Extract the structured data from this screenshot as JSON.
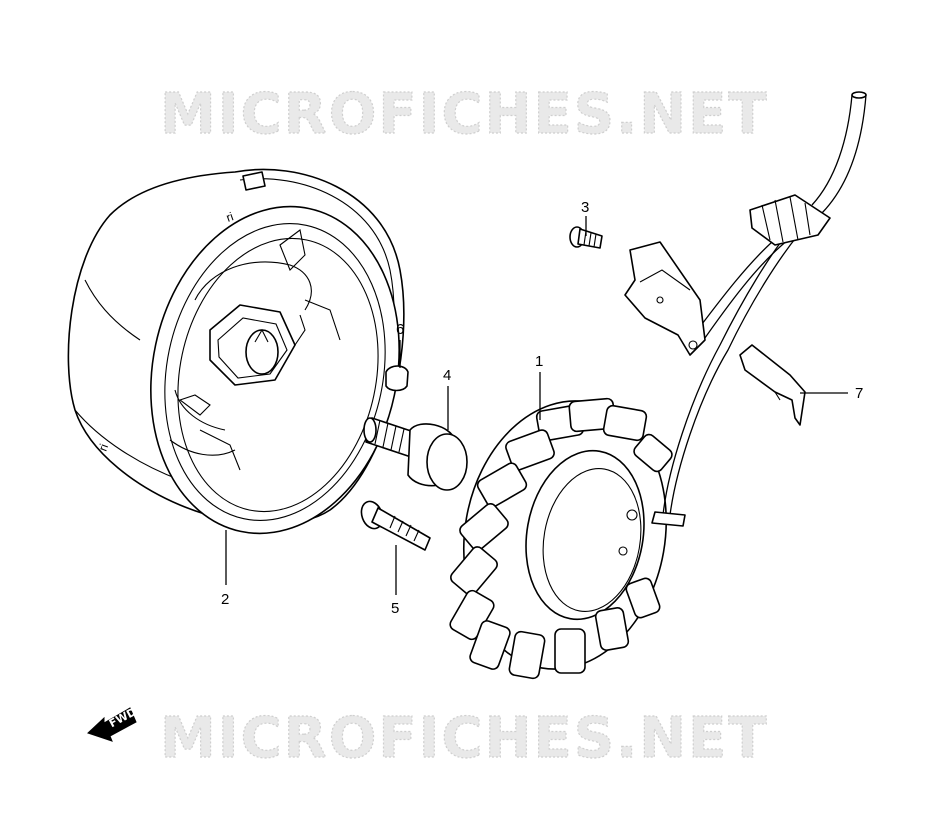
{
  "watermarks": {
    "top": "MICROFICHES.NET",
    "bottom": "MICROFICHES.NET"
  },
  "fwd_label": "FWD",
  "callouts": {
    "c1": "1",
    "c2": "2",
    "c3": "3",
    "c4": "4",
    "c5": "5",
    "c6": "6",
    "c7": "7"
  },
  "rotor_marks": {
    "top": "ri",
    "bottom": "ri"
  }
}
